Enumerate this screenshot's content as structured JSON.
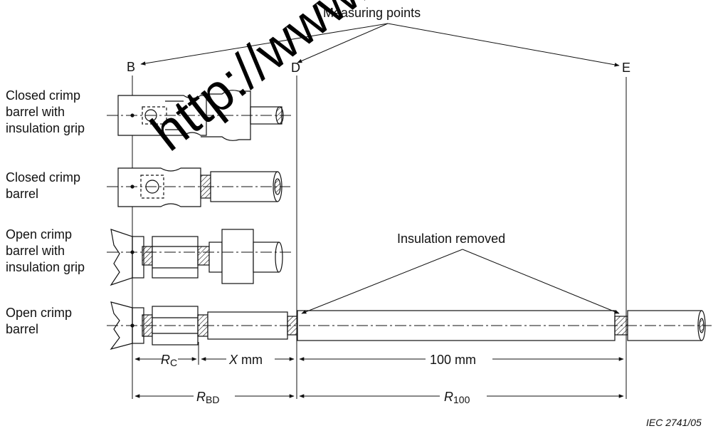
{
  "title": "Measuring points",
  "points": {
    "b": "B",
    "d": "D",
    "e": "E"
  },
  "rows": [
    {
      "line1": "Closed crimp",
      "line2": "barrel with",
      "line3": "insulation grip"
    },
    {
      "line1": "Closed crimp",
      "line2": "barrel",
      "line3": ""
    },
    {
      "line1": "Open crimp",
      "line2": "barrel with",
      "line3": "insulation grip"
    },
    {
      "line1": "Open crimp",
      "line2": "barrel",
      "line3": ""
    }
  ],
  "insulation_removed": "Insulation removed",
  "dimensions": {
    "rc_main": "R",
    "rc_sub": "C",
    "x_var": "X",
    "x_unit": " mm",
    "hundred": "100 mm",
    "rbd_main": "R",
    "rbd_sub": "BD",
    "r100_main": "R",
    "r100_sub": "100"
  },
  "figure_ref": "IEC  2741/05",
  "watermark": "http://www.chin"
}
